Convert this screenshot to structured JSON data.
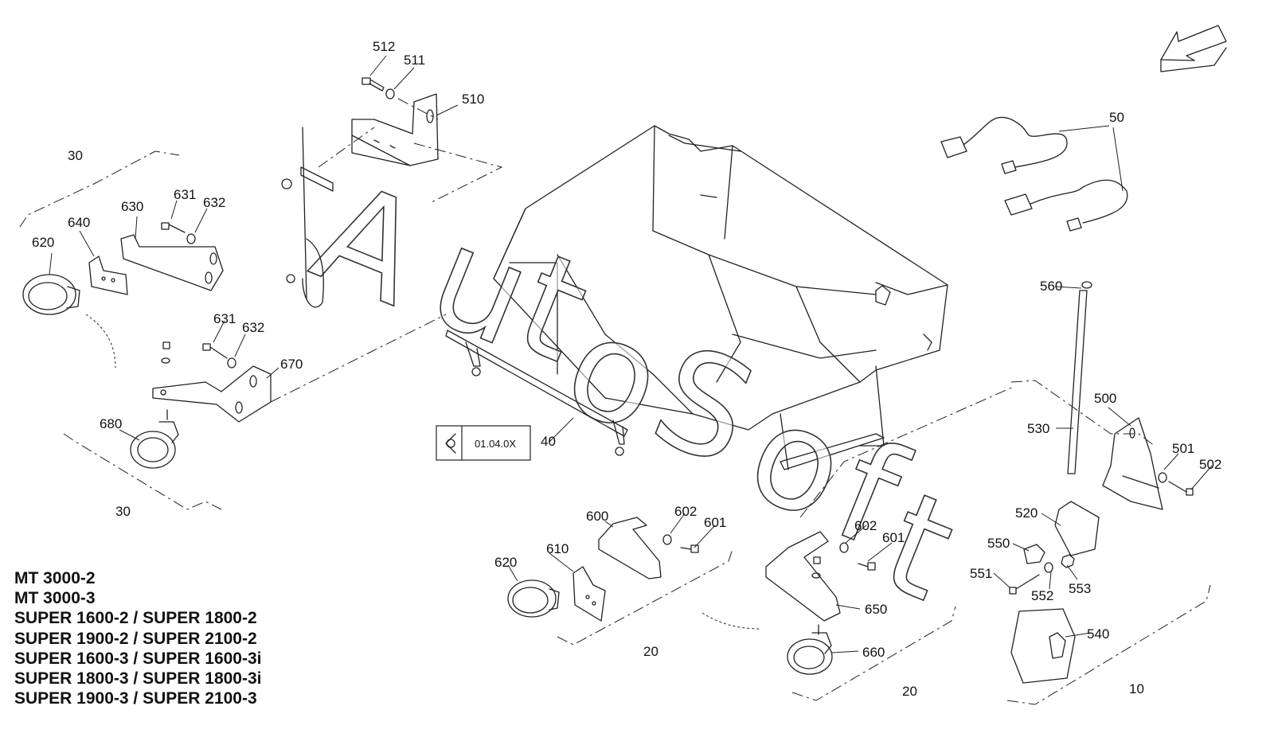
{
  "callouts": {
    "c10": "10",
    "c20a": "20",
    "c20b": "20",
    "c30a": "30",
    "c30b": "30",
    "c40": "40",
    "c50": "50",
    "c500": "500",
    "c501": "501",
    "c502": "502",
    "c510": "510",
    "c511": "511",
    "c512": "512",
    "c520": "520",
    "c530": "530",
    "c540": "540",
    "c550": "550",
    "c551": "551",
    "c552": "552",
    "c553": "553",
    "c560": "560",
    "c600": "600",
    "c601a": "601",
    "c601b": "601",
    "c602a": "602",
    "c602b": "602",
    "c610": "610",
    "c620a": "620",
    "c620b": "620",
    "c630": "630",
    "c631a": "631",
    "c631b": "631",
    "c632a": "632",
    "c632b": "632",
    "c640": "640",
    "c650": "650",
    "c660": "660",
    "c670": "670",
    "c680": "680"
  },
  "reference_box": {
    "label": "01.04.0X",
    "icon": "eye-view-icon"
  },
  "watermark": {
    "letters": [
      "A",
      "u",
      "t",
      "o",
      "S",
      "o",
      "f",
      "t"
    ]
  },
  "orientation_icon": "direction-arrow-icon",
  "models": [
    "MT 3000-2",
    "MT 3000-3",
    "SUPER 1600-2 / SUPER 1800-2",
    "SUPER 1900-2 / SUPER 2100-2",
    "SUPER 1600-3 / SUPER 1600-3i",
    "SUPER 1800-3 / SUPER 1800-3i",
    "SUPER 1900-3 / SUPER 2100-3"
  ]
}
